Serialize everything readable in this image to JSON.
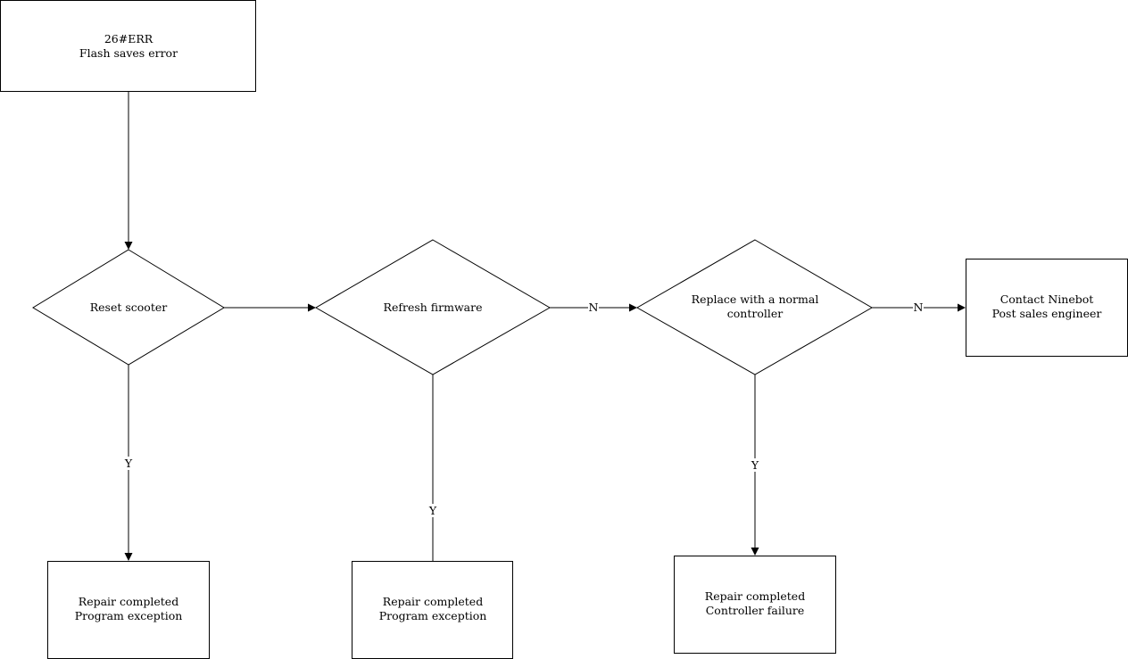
{
  "diagram": {
    "nodes": {
      "start": {
        "line1": "26#ERR",
        "line2": "Flash saves error"
      },
      "reset": {
        "line1": "Reset scooter"
      },
      "refresh": {
        "line1": "Refresh firmware"
      },
      "replace": {
        "line1": "Replace with a normal",
        "line2": "controller"
      },
      "contact": {
        "line1": "Contact Ninebot",
        "line2": "Post sales engineer"
      },
      "repair1": {
        "line1": "Repair completed",
        "line2": "Program exception"
      },
      "repair2": {
        "line1": "Repair completed",
        "line2": "Program exception"
      },
      "repair3": {
        "line1": "Repair completed",
        "line2": "Controller failure"
      }
    },
    "edges": {
      "refresh_to_replace": {
        "label": "N"
      },
      "replace_to_contact": {
        "label": "N"
      },
      "reset_to_repair1": {
        "label": "Y"
      },
      "refresh_to_repair2": {
        "label": "Y"
      },
      "replace_to_repair3": {
        "label": "Y"
      }
    }
  }
}
